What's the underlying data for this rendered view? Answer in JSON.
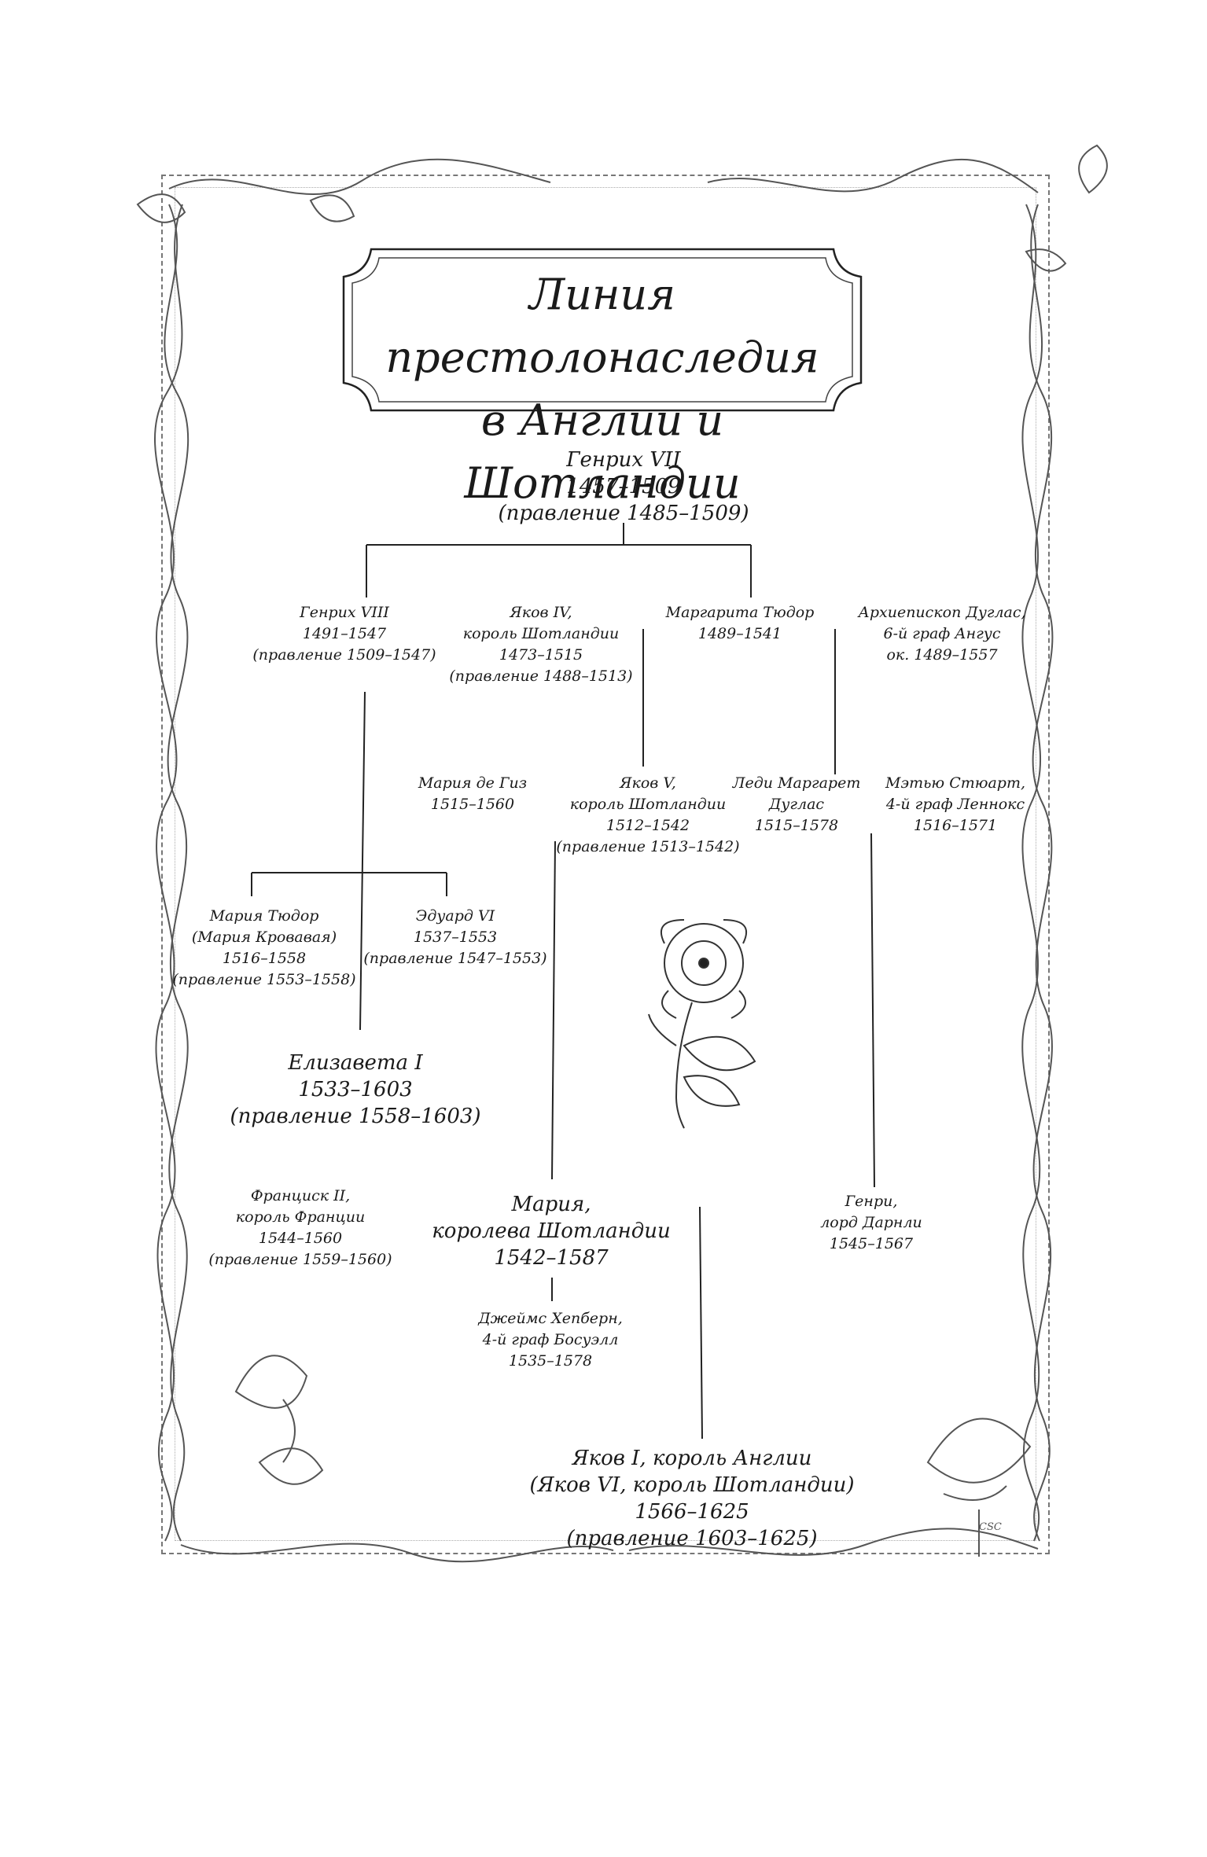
{
  "title": {
    "line1": "Линия престолонаследия",
    "line2": "в Англии и Шотландии"
  },
  "persons": {
    "henry7": {
      "name": "Генрих VII",
      "dates": "1457–1509",
      "reign": "(правление 1485–1509)"
    },
    "henry8": {
      "name": "Генрих VIII",
      "dates": "1491–1547",
      "reign": "(правление 1509–1547)"
    },
    "james4": {
      "name": "Яков IV,",
      "title": "король Шотландии",
      "dates": "1473–1515",
      "reign": "(правление 1488–1513)"
    },
    "margaret": {
      "name": "Маргарита Тюдор",
      "dates": "1489–1541"
    },
    "douglas": {
      "name": "Архиепископ Дуглас,",
      "title": "6-й граф Ангус",
      "dates": "ок. 1489–1557"
    },
    "mary_guise": {
      "name": "Мария де Гиз",
      "dates": "1515–1560"
    },
    "james5": {
      "name": "Яков V,",
      "title": "король Шотландии",
      "dates": "1512–1542",
      "reign": "(правление 1513–1542)"
    },
    "lady_margaret": {
      "name": "Леди Маргарет",
      "title": "Дуглас",
      "dates": "1515–1578"
    },
    "matthew": {
      "name": "Мэтью Стюарт,",
      "title": "4-й граф Леннокс",
      "dates": "1516–1571"
    },
    "mary_tudor": {
      "name": "Мария Тюдор",
      "title": "(Мария  Кровавая)",
      "dates": "1516–1558",
      "reign": "(правление 1553–1558)"
    },
    "edward6": {
      "name": "Эдуард VI",
      "dates": "1537–1553",
      "reign": "(правление 1547–1553)"
    },
    "elizabeth": {
      "name": "Елизавета I",
      "dates": "1533–1603",
      "reign": "(правление 1558–1603)"
    },
    "francis2": {
      "name": "Франциск II,",
      "title": "король Франции",
      "dates": "1544–1560",
      "reign": "(правление 1559–1560)"
    },
    "mary_scots": {
      "name": "Мария,",
      "title": "королева Шотландии",
      "dates": "1542–1587"
    },
    "henry_darnley": {
      "name": "Генри,",
      "title": "лорд Дарнли",
      "dates": "1545–1567"
    },
    "bothwell": {
      "name": "Джеймс Хепберн,",
      "title": "4-й граф Босуэлл",
      "dates": "1535–1578"
    },
    "james1": {
      "name": "Яков I, король Англии",
      "title": "(Яков VI, король Шотландии)",
      "dates": "1566–1625",
      "reign": "(правление 1603–1625)"
    }
  },
  "signature": "CSC",
  "colors": {
    "ink": "#1a1a1a",
    "vine": "#555555"
  }
}
